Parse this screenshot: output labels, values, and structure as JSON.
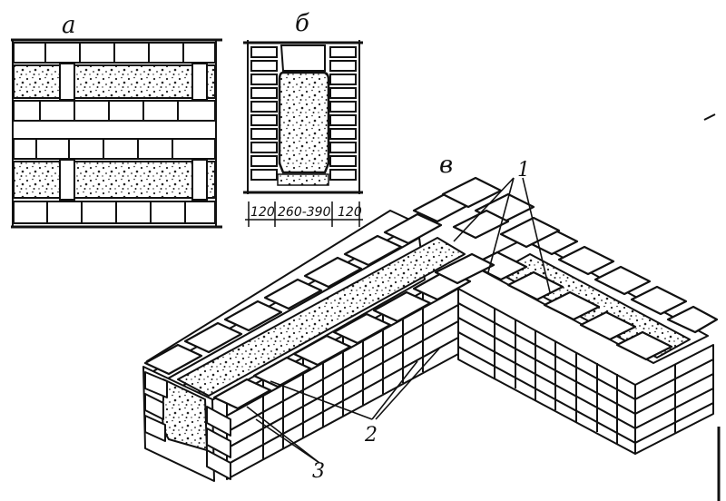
{
  "panels": {
    "a": {
      "label": "а"
    },
    "b": {
      "label": "б",
      "dimensions": [
        "120",
        "260-390",
        "120"
      ]
    },
    "v": {
      "label": "в"
    }
  },
  "callouts": [
    "1",
    "2",
    "3"
  ],
  "colors": {
    "ink": "#111111",
    "paper": "#ffffff"
  }
}
